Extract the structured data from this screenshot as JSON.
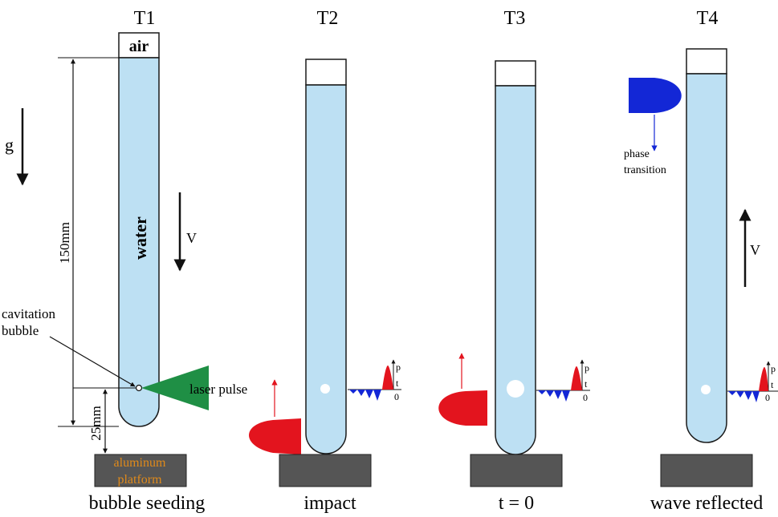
{
  "panels": [
    {
      "title": "T1",
      "caption": "bubble seeding"
    },
    {
      "title": "T2",
      "caption": "impact"
    },
    {
      "title": "T3",
      "caption": "t = 0"
    },
    {
      "title": "T4",
      "caption": "wave reflected"
    }
  ],
  "labels": {
    "air": "air",
    "water": "water",
    "gravity": "g",
    "velocity": "V",
    "height": "150mm",
    "gap": "25mm",
    "cavitation_bubble_line1": "cavitation",
    "cavitation_bubble_line2": "bubble",
    "laser_pulse": "laser pulse",
    "platform_line1": "aluminum",
    "platform_line2": "platform",
    "phase_line1": "phase",
    "phase_line2": "transition",
    "pressure_axis": "p",
    "time_axis": "t",
    "origin": "0"
  },
  "colors": {
    "water": "#bde0f3",
    "tube_outline": "#1a1a1a",
    "laser": "#1f8f45",
    "platform": "#555555",
    "platform_text": "#e08a1a",
    "pressure_wave": "#e3141e",
    "tension_wave": "#1327d6",
    "arrow_red": "#e3141e",
    "arrow_blue": "#1327d6"
  }
}
